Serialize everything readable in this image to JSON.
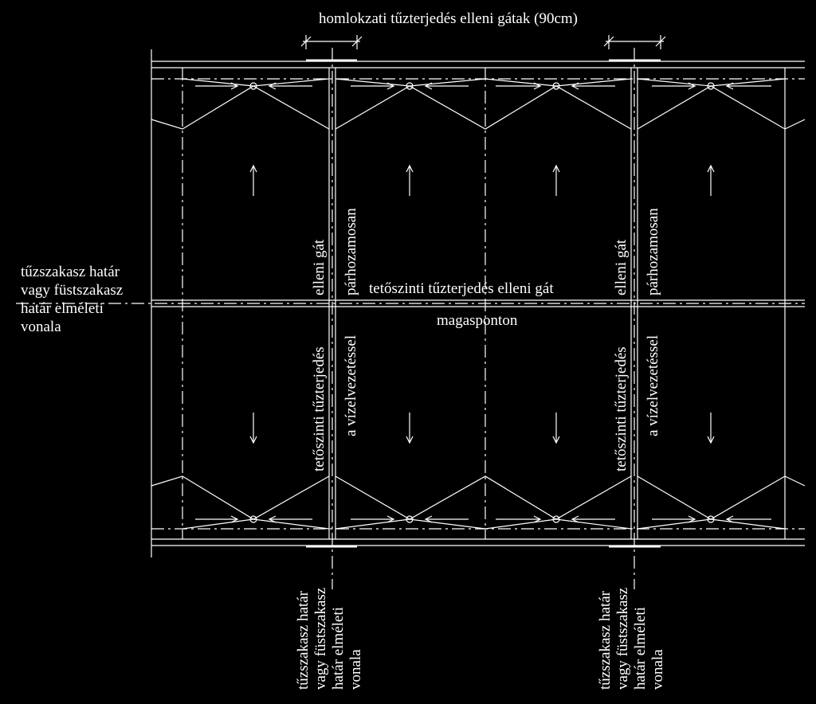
{
  "labels": {
    "top_barrier": "homlokzati tűzterjedés elleni gátak (90cm)",
    "roof_barrier": "tetőszinti tűzterjedés elleni gát",
    "highpoint": "magasponton",
    "left_boundary": [
      "tűzszakasz határ",
      "vagy füstszakasz",
      "határ elméleti",
      "vonala"
    ],
    "left_col_vertical": [
      "elleni gát",
      "tetőszinti tűzterjedés"
    ],
    "right_col_vertical": [
      "párhozamosan",
      "a vízelvezetéssel"
    ],
    "bottom_boundary": [
      "tűzszakasz határ",
      "vagy füstszakasz",
      "határ elméleti",
      "vonala"
    ]
  },
  "colors": {
    "background": "#000000",
    "line": "#ffffff"
  }
}
